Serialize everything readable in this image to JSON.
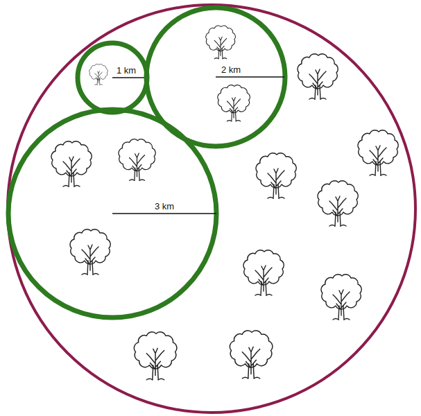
{
  "diagram": {
    "nodes": [
      {
        "text": [
          "1 km"
        ]
      },
      {
        "text": [
          "2 km"
        ]
      },
      {
        "text": [
          "3 km"
        ]
      }
    ]
  }
}
